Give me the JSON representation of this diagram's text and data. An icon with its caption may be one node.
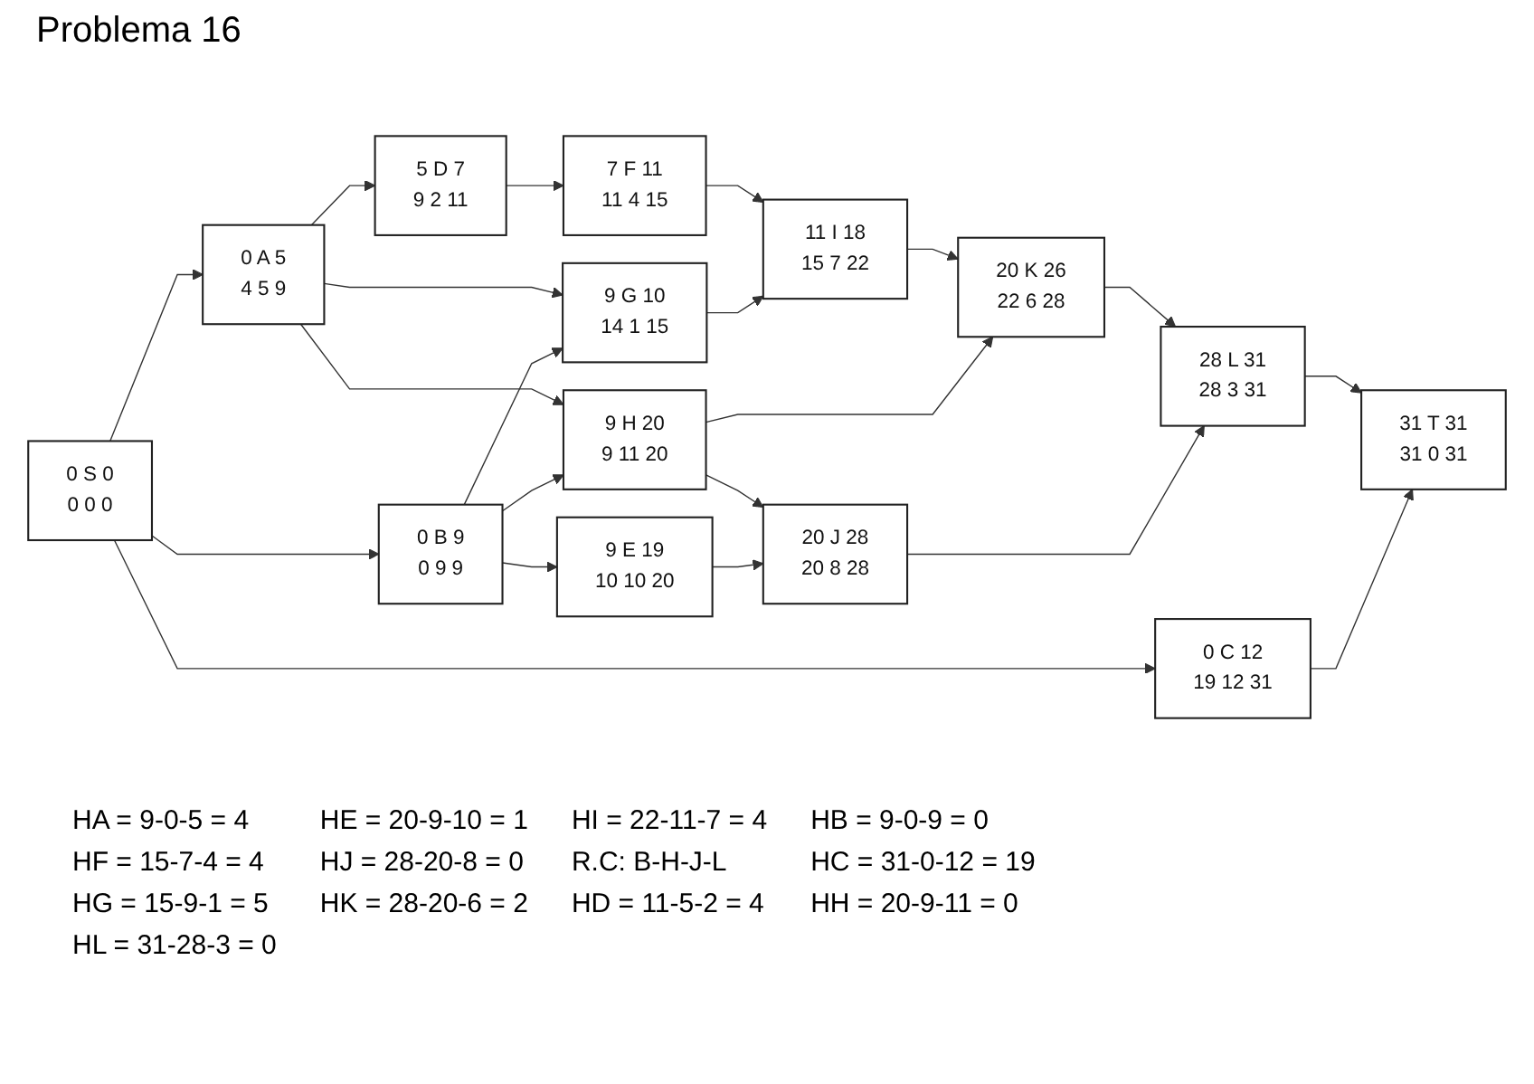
{
  "diagram": {
    "title": "Problema 16",
    "nodes": [
      {
        "text": [
          "0",
          "S",
          "0",
          "0",
          "0",
          "0"
        ]
      },
      {
        "text": [
          "0",
          "A",
          "5",
          "4",
          "5",
          "9"
        ]
      },
      {
        "text": [
          "0",
          "B",
          "9",
          "0",
          "9",
          "9"
        ]
      },
      {
        "text": [
          "0",
          "C",
          "12",
          "19",
          "12",
          "31"
        ]
      },
      {
        "text": [
          "5",
          "D",
          "7",
          "9",
          "2",
          "11"
        ]
      },
      {
        "text": [
          "9",
          "G",
          "10",
          "14",
          "1",
          "15"
        ]
      },
      {
        "text": [
          "9",
          "H",
          "20",
          "9",
          "11",
          "20"
        ]
      },
      {
        "text": [
          "9",
          "E",
          "19",
          "10",
          "10",
          "20"
        ]
      },
      {
        "text": [
          "7",
          "F",
          "11",
          "11",
          "4",
          "15"
        ]
      },
      {
        "text": [
          "11",
          "I",
          "18",
          "15",
          "7",
          "22"
        ]
      },
      {
        "text": [
          "20",
          "J",
          "28",
          "20",
          "8",
          "28"
        ]
      },
      {
        "text": [
          "20",
          "K",
          "26",
          "22",
          "6",
          "28"
        ]
      },
      {
        "text": [
          "28",
          "L",
          "31",
          "28",
          "3",
          "31"
        ]
      },
      {
        "text": [
          "31",
          "T",
          "31",
          "31",
          "0",
          "31"
        ]
      }
    ],
    "edges": [
      {
        "from": 0,
        "to": 1,
        "arrow": "to"
      },
      {
        "from": 0,
        "to": 2,
        "arrow": "to"
      },
      {
        "from": 0,
        "to": 3,
        "arrow": "to"
      },
      {
        "from": 1,
        "to": 4,
        "arrow": "to"
      },
      {
        "from": 1,
        "to": 5,
        "arrow": "to"
      },
      {
        "from": 1,
        "to": 6,
        "arrow": "to"
      },
      {
        "from": 2,
        "to": 5,
        "arrow": "to"
      },
      {
        "from": 2,
        "to": 6,
        "arrow": "to"
      },
      {
        "from": 2,
        "to": 7,
        "arrow": "to"
      },
      {
        "from": 4,
        "to": 8,
        "arrow": "to"
      },
      {
        "from": 8,
        "to": 9,
        "arrow": "to"
      },
      {
        "from": 5,
        "to": 9,
        "arrow": "to"
      },
      {
        "from": 9,
        "to": 11,
        "arrow": "to"
      },
      {
        "from": 6,
        "to": 11,
        "arrow": "to"
      },
      {
        "from": 6,
        "to": 10,
        "arrow": "to"
      },
      {
        "from": 7,
        "to": 10,
        "arrow": "to"
      },
      {
        "from": 11,
        "to": 12,
        "arrow": "to"
      },
      {
        "from": 10,
        "to": 12,
        "arrow": "to"
      },
      {
        "from": 12,
        "to": 13,
        "arrow": "to"
      },
      {
        "from": 3,
        "to": 13,
        "arrow": "to"
      }
    ],
    "labels": [
      "HA = 9-0-5 = 4",
      "HE = 20-9-10 = 1",
      "HI = 22-11-7 = 4",
      "HB = 9-0-9 = 0",
      "HF = 15-7-4 = 4",
      "HJ = 28-20-8 = 0",
      "R.C: B-H-J-L",
      "HC = 31-0-12 = 19",
      "HG = 15-9-1 = 5",
      "HK = 28-20-6 = 2",
      "HD = 11-5-2 = 4",
      "HH = 20-9-11 = 0",
      "HL = 31-28-3 = 0"
    ]
  }
}
